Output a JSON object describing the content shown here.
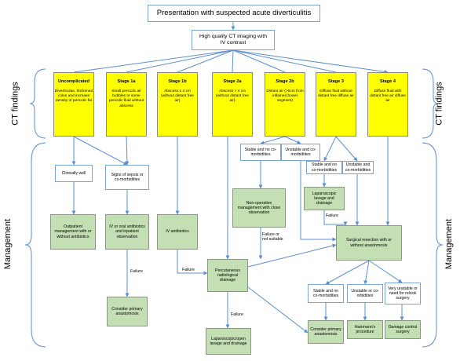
{
  "header": {
    "presentation": "Presentation with suspected acute diverticulitis",
    "ct_imaging": "High quality CT imaging with IV contrast"
  },
  "side_labels": {
    "ct_findings": "CT findings",
    "management": "Management"
  },
  "stages": [
    {
      "title": "Uncomplicated",
      "desc": "Diverticulae, thickened colon and increase density of pericolic fat"
    },
    {
      "title": "Stage 1a",
      "desc": "Small pericolic air bubbles or some pericolic fluid without abscess"
    },
    {
      "title": "Stage 1b",
      "desc": "Abscess ≤ 4 cm (without distant free air)"
    },
    {
      "title": "Stage 2a",
      "desc": "Abscess > 4 cm (without distant free air)"
    },
    {
      "title": "Stage 2b",
      "desc": "Distant air (>5cm from inflamed bowel segment)"
    },
    {
      "title": "Stage 3",
      "desc": "Diffuse fluid without distant free diffuse air"
    },
    {
      "title": "Stage 4",
      "desc": "Diffuse fluid with distant free air diffuse air"
    }
  ],
  "boxes": {
    "clinically_well": "Clinically well",
    "signs_sepsis": "Signs of sepsis or co-morbidities",
    "stable_2b": "Stable and no co-morbidities",
    "unstable_2b": "Unstable and co-morbidities",
    "stable_3": "Stable and no co-morbidities",
    "unstable_3": "Unstable and co-morbidities",
    "outpatient": "Outpatient management with or without antibiotics",
    "iv_oral": "IV or oral antibiotics and inpatient observation",
    "iv_antibiotics": "IV antibiotics",
    "nonoperative": "Non-operative management with close observation",
    "laparoscopic_lavage": "Laparoscopic lavage and drainage",
    "surgical_resection": "Surgical resection with or without anastomosis",
    "percutaneous": "Percutaneous radiological drainage",
    "consider_primary_1": "Consider primary anastomosis",
    "stable_bottom": "Stable and no co-morbidities",
    "unstable_bottom": "Unstable or co-orbidities",
    "very_unstable": "Very unstable or need for relook surgery",
    "consider_primary_2": "Consider primary anastomosis",
    "hartmann": "Hartmann's procedure",
    "damage_control": "Damage control surgery",
    "lap_open": "Laparoscopic/open lavage and drainage"
  },
  "edge_labels": {
    "failure_1": "Failure",
    "failure_2": "Failure",
    "failure_3": "Failure",
    "failure_4": "Failure",
    "failure_not_suitable": "Failure or not suitable"
  },
  "colors": {
    "ct_finding": "#ffff00",
    "management": "#c4dfb3",
    "decision": "#ffffff",
    "arrow": "#5b8fd1",
    "box_border": "#7aa3d6"
  }
}
